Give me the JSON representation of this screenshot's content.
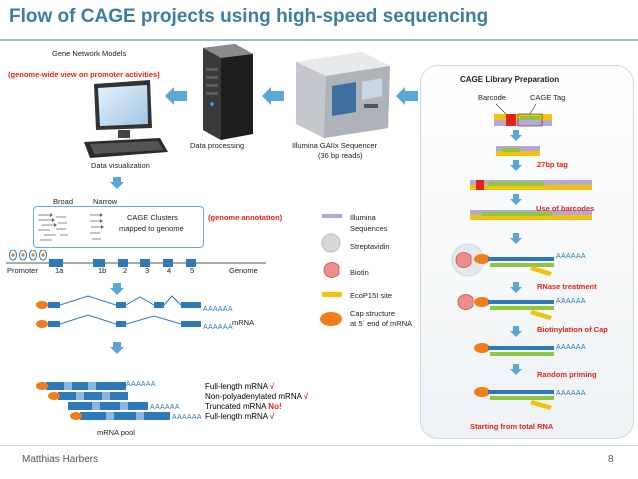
{
  "title": "Flow of CAGE projects using high-speed sequencing",
  "footer": {
    "author": "Matthias Harbers",
    "page": "8"
  },
  "left": {
    "gene_network": "Gene Network Models",
    "genome_wide": "(genome-wide view on promoter activities)",
    "data_visualization": "Data visualization",
    "broad": "Broad",
    "narrow": "Narrow",
    "cage_clusters_1": "CAGE Clusters",
    "cage_clusters_2": "mapped to genome",
    "genome_annotation": "(genome annotation)",
    "promoter": "Promoter",
    "exon_1a": "1a",
    "exon_1b": "1b",
    "exon_2": "2",
    "exon_3": "3",
    "exon_4": "4",
    "exon_5": "5",
    "genome": "Genome",
    "polyA": "AAAAAA",
    "mrna": "mRNA",
    "mrna_pool": "mRNA pool",
    "pool_labels": [
      {
        "text": "Full-length mRNA",
        "mark": "√"
      },
      {
        "text": "Non-polyadenylated mRNA",
        "mark": "√"
      },
      {
        "text": "Truncated mRNA",
        "mark": "No!"
      },
      {
        "text": "Full-length mRNA",
        "mark": "√"
      }
    ]
  },
  "middle": {
    "data_processing": "Data processing",
    "sequencer_1": "Illumina GAIIx Sequencer",
    "sequencer_2": "(36 bp reads)"
  },
  "legend": {
    "illumina_1": "Illumina",
    "illumina_2": "Sequences",
    "streptavidin": "Streptavidin",
    "biotin": "Biotin",
    "ecop15i": "EcoP15I site",
    "cap_1": "Cap structure",
    "cap_2": "at 5´ end of mRNA"
  },
  "library": {
    "title": "CAGE Library Preparation",
    "barcode": "Barcode",
    "cage_tag": "CAGE Tag",
    "tag_27bp": "27bp tag",
    "use_barcodes": "Use of barcodes",
    "rnase": "RNase treatment",
    "biotinylation": "Biotinylation of Cap",
    "random_priming": "Random priming",
    "starting": "Starting from total RNA",
    "polyA": "AAAAAA"
  },
  "colors": {
    "title": "#3c7f9c",
    "accent_red": "#e2231a",
    "mrna_blue": "#2e79b8",
    "cdna_green": "#8ec63f",
    "cap_orange": "#f07d1a",
    "biotin_pink": "#ef8c8c",
    "linker_purple": "#b7a9d6",
    "arrow": "#5aa7d6"
  }
}
